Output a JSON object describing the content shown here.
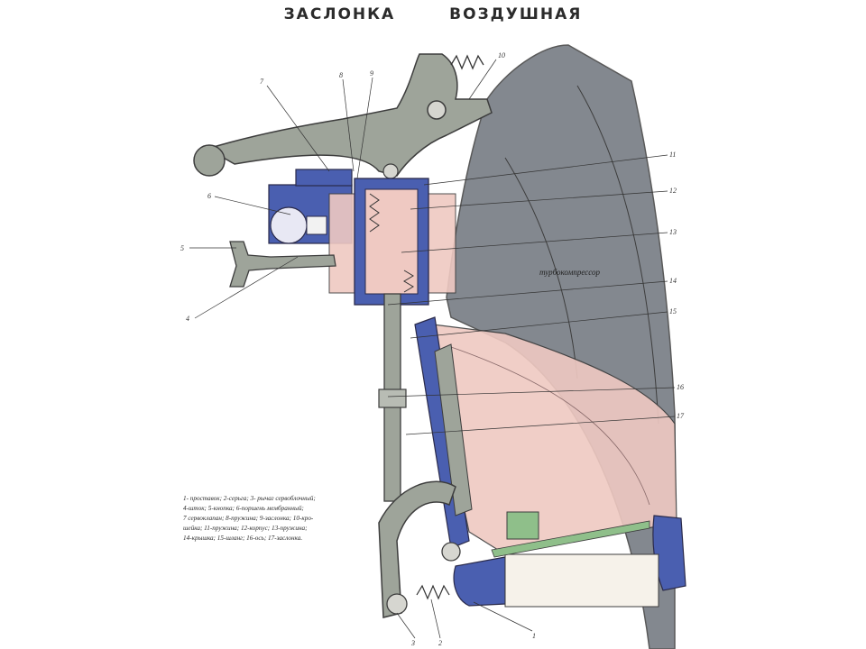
{
  "title": {
    "word1": "ЗАСЛОНКА",
    "word2": "ВОЗДУШНАЯ"
  },
  "turbo_label": "турбокомпрессор",
  "legend_lines": [
    "1- проставок; 2-серьга; 3- рычаг сервоблочный;",
    "4-шток; 5-кнопка; 6-поршень мембранный;",
    "7 сервоклапан; 8-пружина; 9-заслонка; 10-кро-",
    "шейка; 11-пружина; 12-корпус; 13-пружина;",
    "14-крышка; 15-шланг; 16-ось; 17-заслонка."
  ],
  "callouts": [
    "1",
    "2",
    "3",
    "4",
    "5",
    "6",
    "7",
    "8",
    "9",
    "10",
    "11",
    "12",
    "13",
    "14",
    "15",
    "16",
    "17"
  ],
  "colors": {
    "body_gray": "#9ea49a",
    "dark_gray": "#6a7077",
    "blue": "#4a5fb0",
    "pink": "#efc9c2",
    "green": "#8fbf8a",
    "outline": "#3d3d3d"
  }
}
